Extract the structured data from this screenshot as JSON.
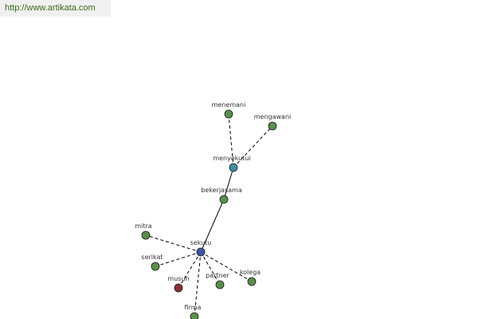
{
  "banner": {
    "url_text": "http://www.artikata.com"
  },
  "colors": {
    "edge": "#000000",
    "node_default": "#5a8f4a",
    "node_root": "#3d56a8",
    "node_hub": "#3f8fa0",
    "node_antonym": "#8e2e32",
    "node_stroke": "#1a1a1a"
  },
  "graph": {
    "nodes": [
      {
        "id": "sekutu",
        "label": "sekutu",
        "kind": "root"
      },
      {
        "id": "bekerjasama",
        "label": "bekerjasama",
        "kind": "default"
      },
      {
        "id": "menyekutui",
        "label": "menyekutui",
        "kind": "hub"
      },
      {
        "id": "menemani",
        "label": "menemani",
        "kind": "default"
      },
      {
        "id": "mengawani",
        "label": "mengawani",
        "kind": "default"
      },
      {
        "id": "mitra",
        "label": "mitra",
        "kind": "default"
      },
      {
        "id": "serikat",
        "label": "serikat",
        "kind": "default"
      },
      {
        "id": "musuh",
        "label": "musuh",
        "kind": "antonym"
      },
      {
        "id": "partner",
        "label": "partner",
        "kind": "default"
      },
      {
        "id": "kolega",
        "label": "kolega",
        "kind": "default"
      },
      {
        "id": "firma",
        "label": "firma",
        "kind": "default"
      }
    ],
    "edges": [
      {
        "from": "sekutu",
        "to": "bekerjasama",
        "style": "solid"
      },
      {
        "from": "bekerjasama",
        "to": "menyekutui",
        "style": "solid"
      },
      {
        "from": "menyekutui",
        "to": "menemani",
        "style": "dashed"
      },
      {
        "from": "menyekutui",
        "to": "mengawani",
        "style": "dashed"
      },
      {
        "from": "sekutu",
        "to": "mitra",
        "style": "dashed"
      },
      {
        "from": "sekutu",
        "to": "serikat",
        "style": "dashed"
      },
      {
        "from": "sekutu",
        "to": "musuh",
        "style": "dashed"
      },
      {
        "from": "sekutu",
        "to": "partner",
        "style": "dashed"
      },
      {
        "from": "sekutu",
        "to": "kolega",
        "style": "dashed"
      },
      {
        "from": "sekutu",
        "to": "firma",
        "style": "dashed"
      }
    ]
  }
}
